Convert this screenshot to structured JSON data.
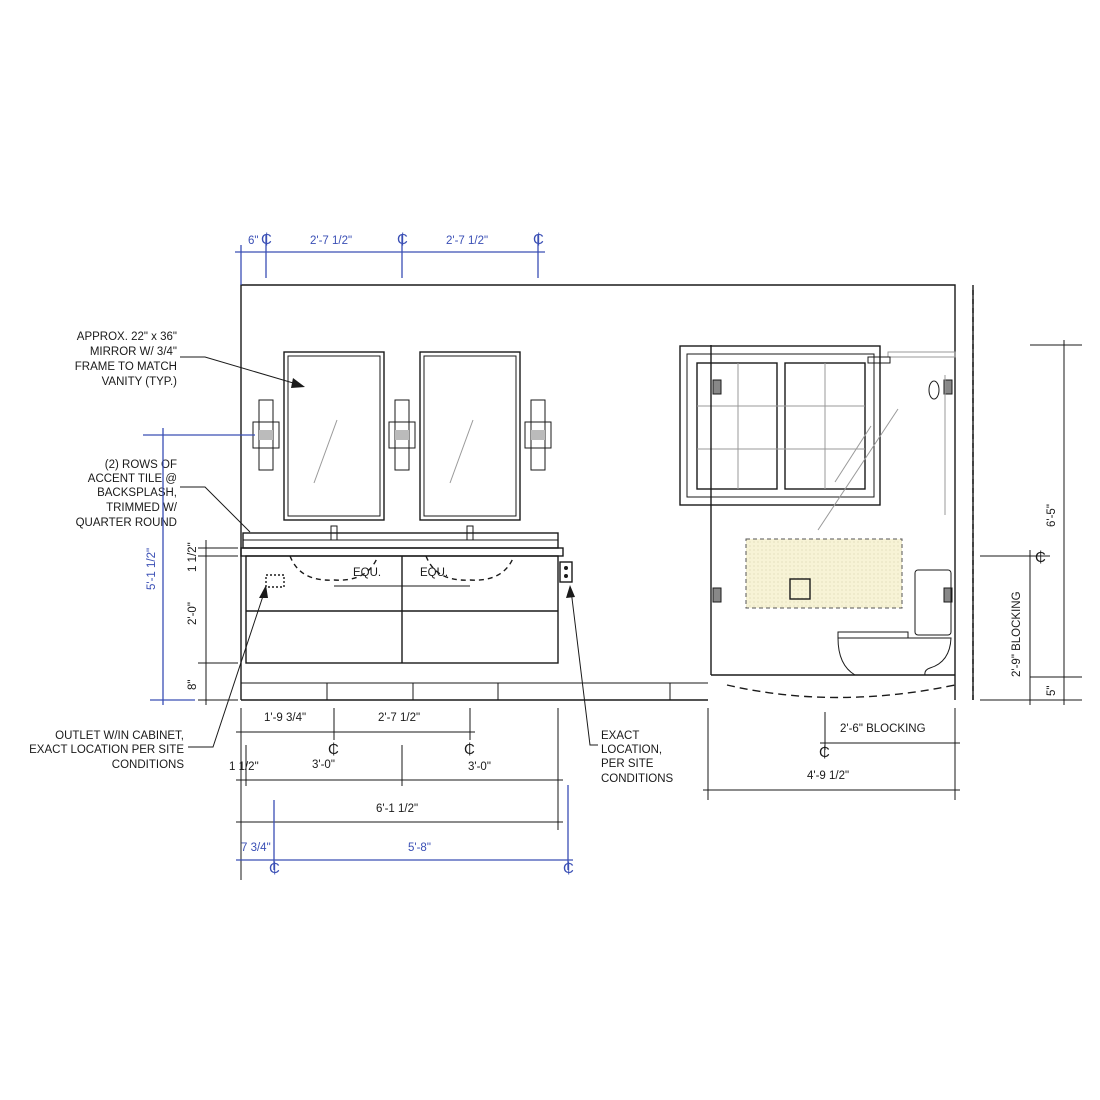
{
  "top_dims": {
    "d1": "6\"",
    "d2": "2'-7 1/2\"",
    "d3": "2'-7 1/2\"",
    "cl": "₵"
  },
  "notes": {
    "mirror": [
      "APPROX. 22\" x 36\"",
      "MIRROR W/ 3/4\"",
      "FRAME TO MATCH",
      "VANITY (TYP.)"
    ],
    "accent": [
      "(2) ROWS OF",
      "ACCENT TILE @",
      "BACKSPLASH,",
      "TRIMMED W/",
      "QUARTER ROUND"
    ],
    "outlet": [
      "OUTLET W/IN CABINET,",
      "EXACT LOCATION PER SITE",
      "CONDITIONS"
    ],
    "exact": [
      "EXACT",
      "LOCATION,",
      "PER SITE",
      "CONDITIONS"
    ]
  },
  "left_dims": {
    "overall": "5'-1 1/2\"",
    "top": "1 1/2\"",
    "mid": "2'-0\"",
    "base": "8\""
  },
  "vanity": {
    "equ1": "EQU.",
    "equ2": "EQU."
  },
  "bottom_dims": {
    "r1a": "1'-9 3/4\"",
    "r1b": "2'-7 1/2\"",
    "r2a": "1 1/2\"",
    "r2b": "3'-0\"",
    "r2c": "3'-0\"",
    "r3": "6'-1 1/2\"",
    "r4a": "7 3/4\"",
    "r4b": "5'-8\""
  },
  "right_dims": {
    "height": "6'-5\"",
    "blocking_v": "2'-9\"  BLOCKING",
    "base": "5\"",
    "blocking_h": "2'-6\"  BLOCKING",
    "width": "4'-9 1/2\""
  },
  "colors": {
    "ink": "#1a1a1a",
    "blue_dim": "#3a4fb5",
    "niche": "#f7f3d6"
  }
}
